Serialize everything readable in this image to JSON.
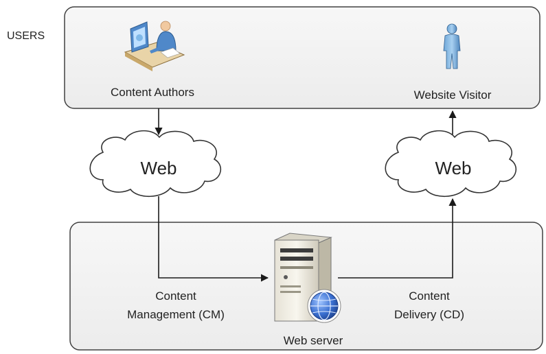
{
  "users_label": "USERS",
  "users_box": {
    "authors_label": "Content Authors",
    "visitor_label": "Website Visitor"
  },
  "clouds": {
    "left_label": "Web",
    "right_label": "Web"
  },
  "server_box": {
    "server_label": "Web server",
    "cm_label_line1": "Content",
    "cm_label_line2": "Management (CM)",
    "cd_label_line1": "Content",
    "cd_label_line2": "Delivery (CD)"
  },
  "icons": {
    "authors": "content-authors-icon",
    "visitor": "website-visitor-icon",
    "server": "web-server-icon",
    "globe": "globe-icon"
  },
  "colors": {
    "box_fill": "#f2f2f2",
    "box_stroke": "#404040",
    "line": "#1a1a1a",
    "globe": "#3a6fd0"
  }
}
